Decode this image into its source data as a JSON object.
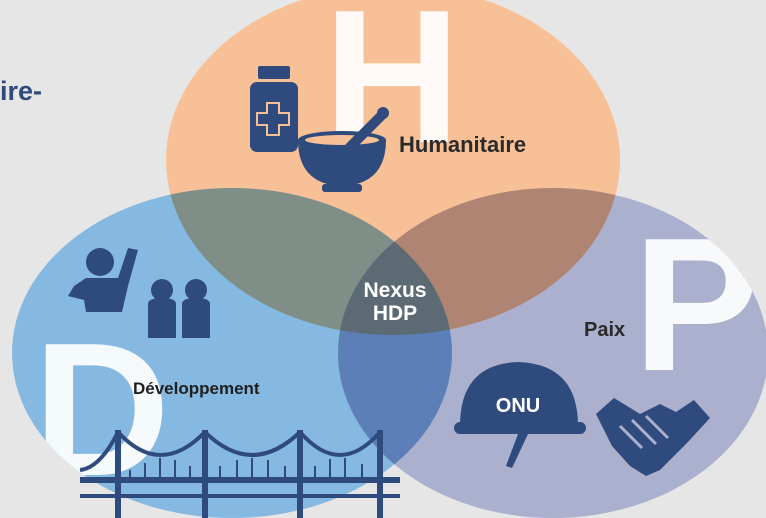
{
  "partial_title": "ire-",
  "circles": {
    "humanitaire": {
      "letter": "H",
      "label": "Humanitaire",
      "color": "#f7c096",
      "icons": [
        "medicine-bottle-icon",
        "mortar-pestle-icon"
      ]
    },
    "developpement": {
      "letter": "D",
      "label": "Développement",
      "color": "#86b9e1",
      "icons": [
        "person-icon",
        "people-icon",
        "bridge-icon"
      ]
    },
    "paix": {
      "letter": "P",
      "label": "Paix",
      "color": "#aab0cd",
      "icons": [
        "un-helmet-icon",
        "handshake-icon"
      ]
    }
  },
  "center": {
    "line1": "Nexus",
    "line2": "HDP"
  },
  "helmet_label": "ONU",
  "colors": {
    "icon": "#2f4a7c",
    "overlap_hd": "#7f8f87",
    "overlap_hp": "#b08472",
    "overlap_dp": "#5b7fb6",
    "center": "#5c6b73",
    "background": "#e6e6e6"
  }
}
